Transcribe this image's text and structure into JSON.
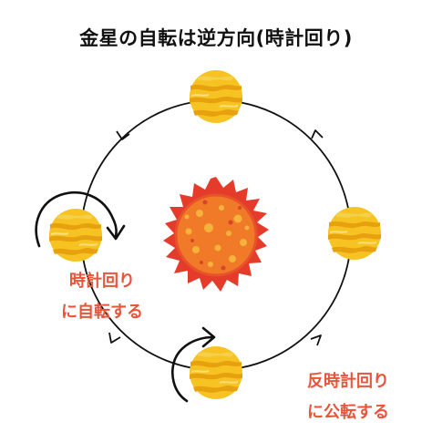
{
  "title": "金星の自転は逆方向(時計回り)",
  "labels": {
    "rotation": [
      "時計回り",
      "に自転する"
    ],
    "revolution": [
      "反時計回り",
      "に公転する"
    ]
  },
  "colors": {
    "label": "#e8553a",
    "orbit": "#111111",
    "sun_outer": "#e43b2a",
    "sun_inner": "#f07a28",
    "venus_base": "#f7c323",
    "venus_band": "#e8a10e"
  },
  "icons": {
    "center": "sun-icon",
    "planets": [
      "venus-icon",
      "venus-icon",
      "venus-icon",
      "venus-icon"
    ],
    "orbit_arrows": [
      "arrow-icon",
      "arrow-icon",
      "arrow-icon",
      "arrow-icon"
    ],
    "spin_arrows": [
      "clockwise-spin-arrow-icon",
      "clockwise-spin-arrow-icon"
    ]
  }
}
